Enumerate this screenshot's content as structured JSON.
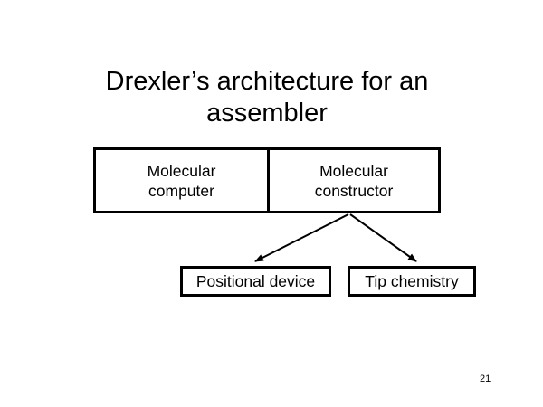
{
  "slide": {
    "title_line1": "Drexler’s architecture for an",
    "title_line2": "assembler",
    "boxes": {
      "molecular_computer": "Molecular computer",
      "molecular_constructor": "Molecular constructor",
      "positional_device": "Positional device",
      "tip_chemistry": "Tip chemistry"
    },
    "page_number": "21"
  }
}
